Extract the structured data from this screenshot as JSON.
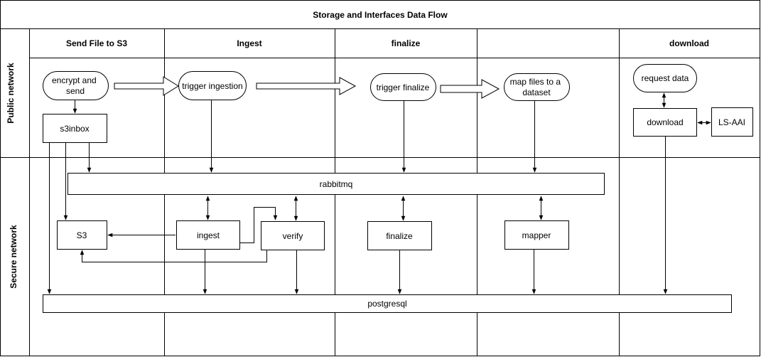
{
  "diagram": {
    "title": "Storage and Interfaces Data Flow",
    "rows": {
      "public": "Public network",
      "secure": "Secure network"
    },
    "columns": {
      "send": "Send File to S3",
      "ingest": "Ingest",
      "finalize": "finalize",
      "mapper": "",
      "download": "download"
    },
    "nodes": {
      "encrypt_send": [
        "encrypt and",
        "send"
      ],
      "s3inbox": "s3inbox",
      "trigger_ingestion": "trigger ingestion",
      "trigger_finalize": "trigger finalize",
      "map_files": [
        "map files to a",
        "dataset"
      ],
      "request_data": "request data",
      "download": "download",
      "lsaai": "LS-AAI",
      "rabbitmq": "rabbitmq",
      "s3": "S3",
      "ingest": "ingest",
      "verify": "verify",
      "finalize": "finalize",
      "mapper": "mapper",
      "postgresql": "postgresql"
    },
    "colors": {
      "stroke": "#000000",
      "fill": "#ffffff"
    }
  }
}
